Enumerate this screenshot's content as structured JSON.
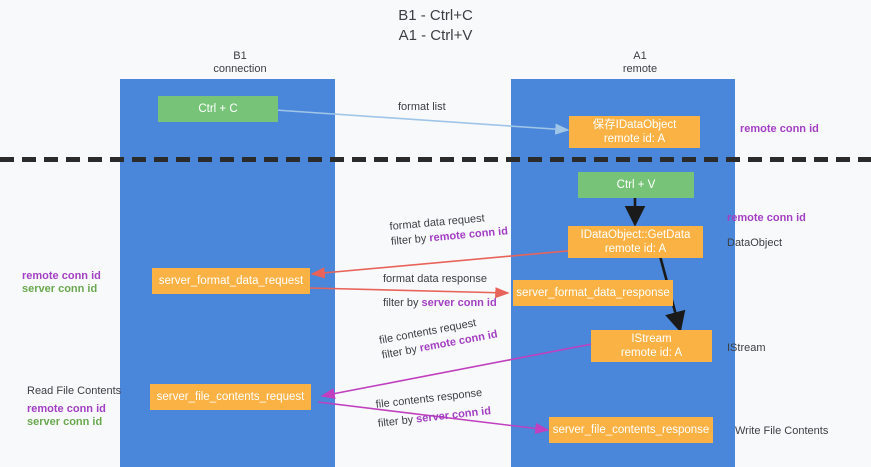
{
  "title": {
    "line1": "B1 - Ctrl+C",
    "line2": "A1 - Ctrl+V"
  },
  "columns": [
    {
      "name": "B1",
      "role": "connection"
    },
    {
      "name": "A1",
      "role": "remote"
    }
  ],
  "nodes": {
    "ctrl_c": {
      "label": "Ctrl + C",
      "color": "#77c479"
    },
    "save_idataobject": {
      "line1": "保存IDataObject",
      "line2": "remote id: A",
      "color": "#fbb244"
    },
    "ctrl_v": {
      "label": "Ctrl + V",
      "color": "#77c479"
    },
    "getdata": {
      "line1": "IDataObject::GetData",
      "line2": "remote id: A",
      "color": "#fbb244"
    },
    "server_format_data_request": {
      "label": "server_format_data_request",
      "color": "#fbb244"
    },
    "server_format_data_response": {
      "label": "server_format_data_response",
      "color": "#fbb244"
    },
    "istream": {
      "line1": "IStream",
      "line2": "remote id: A",
      "color": "#fbb244"
    },
    "server_file_contents_request": {
      "label": "server_file_contents_request",
      "color": "#fbb244"
    },
    "server_file_contents_response": {
      "label": "server_file_contents_response",
      "color": "#fbb244"
    }
  },
  "edges": {
    "format_list": {
      "line1": "format list",
      "line2": ""
    },
    "format_data_request": {
      "line1": "format data request",
      "prefix": "filter by ",
      "key": "remote conn id"
    },
    "format_data_response": {
      "line1": "format data response",
      "prefix": "filter by ",
      "key": "server conn id"
    },
    "file_contents_request": {
      "line1": "file contents request",
      "prefix": "filter by ",
      "key": "remote conn id"
    },
    "file_contents_response": {
      "line1": "file contents response",
      "prefix": "filter by ",
      "key": "server conn id"
    }
  },
  "annotations": {
    "right_remote_conn_id_top": "remote conn id",
    "right_remote_conn_id_mid": "remote conn id",
    "right_dataobject": "DataObject",
    "right_istream": "IStream",
    "right_write_file_contents": "Write File Contents",
    "left_read_file_contents": "Read File Contents",
    "left_remote_conn_id_mid": "remote conn id",
    "left_server_conn_id_mid": "server conn id",
    "left_remote_conn_id_bottom": "remote conn id",
    "left_server_conn_id_bottom": "server conn id"
  },
  "colors": {
    "lane": "#4a86d9",
    "orange": "#fbb244",
    "green": "#77c479",
    "purple": "#a33fc4",
    "green_text": "#6aa84f",
    "arrow_blue": "#9fc5e8",
    "arrow_red": "#e8645a",
    "arrow_magenta": "#c040c0",
    "arrow_black": "#1a1a1a",
    "background": "#f8f9fa",
    "divider": "#2b2b2b"
  }
}
